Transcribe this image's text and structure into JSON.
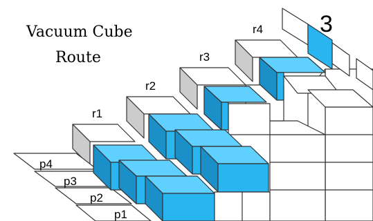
{
  "title": {
    "line1": "Vacuum Cube",
    "line2": "Route"
  },
  "row_labels": [
    "r1",
    "r2",
    "r3",
    "r4"
  ],
  "pad_labels": [
    "p4",
    "p3",
    "p2",
    "p1"
  ],
  "marker": "3",
  "colors": {
    "cube_front": "#29b6f0",
    "cube_top": "#5fd0ff",
    "cube_side": "#1a8fc8",
    "riser_side": "#cccccc",
    "outline": "#333333"
  }
}
